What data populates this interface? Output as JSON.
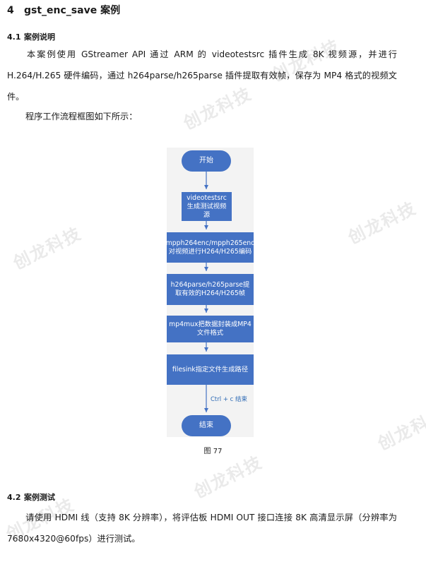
{
  "section": {
    "number": "4",
    "title": "gst_enc_save 案例"
  },
  "subsection1": {
    "number": "4.1",
    "title": "案例说明"
  },
  "paragraph1": "本案例使用 GStreamer API 通过 ARM 的 videotestsrc 插件生成 8K 视频源，并进行 H.264/H.265 硬件编码，通过 h264parse/h265parse 插件提取有效帧，保存为 MP4 格式的视频文件。",
  "paragraph2": "程序工作流程框图如下所示：",
  "flowchart": {
    "start": "开始",
    "step1": "videotestsrc生成测试视频源",
    "step2": "mpph264enc/mpph265enc对视频进行H264/H265编码",
    "step3": "h264parse/h265parse提取有效的H264/H265帧",
    "step4": "mp4mux把数据封装成MP4文件格式",
    "step5": "filesink指定文件生成路径",
    "edge_label": "Ctrl + c 结束",
    "end": "结束"
  },
  "figure_caption": "图 77",
  "subsection2": {
    "number": "4.2",
    "title": "案例测试"
  },
  "paragraph3": "请使用 HDMI 线（支持 8K 分辨率），将评估板 HDMI OUT 接口连接 8K 高清显示屏（分辨率为 7680x4320@60fps）进行测试。",
  "watermark": "创龙科技",
  "colors": {
    "node_fill": "#4472c4",
    "arrow": "#4472c4",
    "edge_label": "#2f6bb5"
  }
}
